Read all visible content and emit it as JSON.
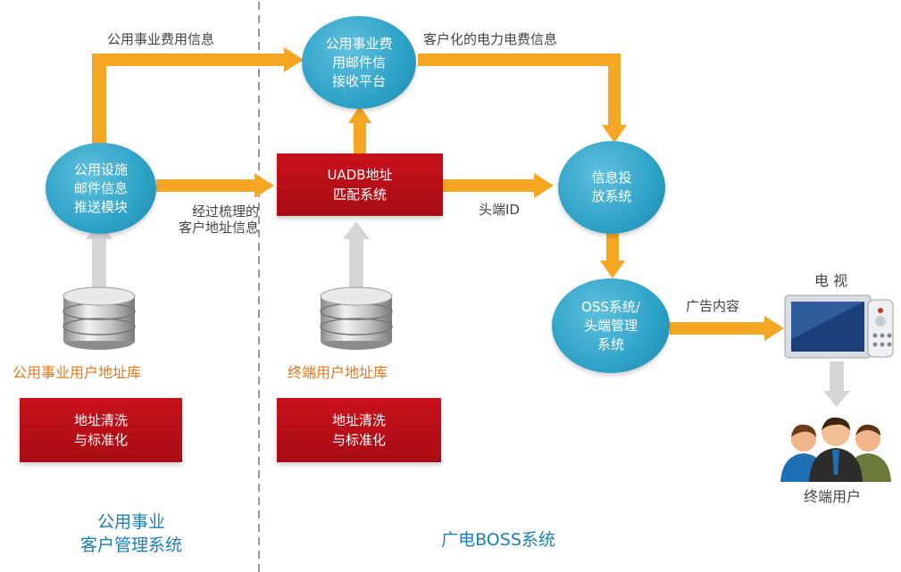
{
  "nodes": {
    "utility_push": "公用设施\n邮件信息\n推送模块",
    "mail_platform": "公用事业费\n用邮件信\n接收平台",
    "info_delivery": "信息投\n放系统",
    "oss": "OSS系统/\n头端管理\n系统",
    "uadb": "UADB地址\n匹配系统",
    "clean_left": "地址清洗\n与标准化",
    "clean_right": "地址清洗\n与标准化"
  },
  "labels": {
    "utility_fee_info": "公用事业费用信息",
    "custom_fee_info": "客户化的电力电费信息",
    "cleaned_address": "经过梳理的\n客户地址信息",
    "headend_id": "头端ID",
    "ad_content": "广告内容",
    "tv": "电 视",
    "end_user": "终端用户",
    "db_left": "公用事业用户地址库",
    "db_right": "终端用户地址库"
  },
  "sections": {
    "left": "公用事业\n客户管理系统",
    "right": "广电BOSS系统"
  },
  "colors": {
    "arrow_orange": "#f5a623",
    "arrow_gray": "#d6d6d6",
    "circle_blue": "#2ea2c8",
    "box_red": "#b50e17",
    "section_blue": "#1b7fb8",
    "label_orange": "#e8761c"
  }
}
